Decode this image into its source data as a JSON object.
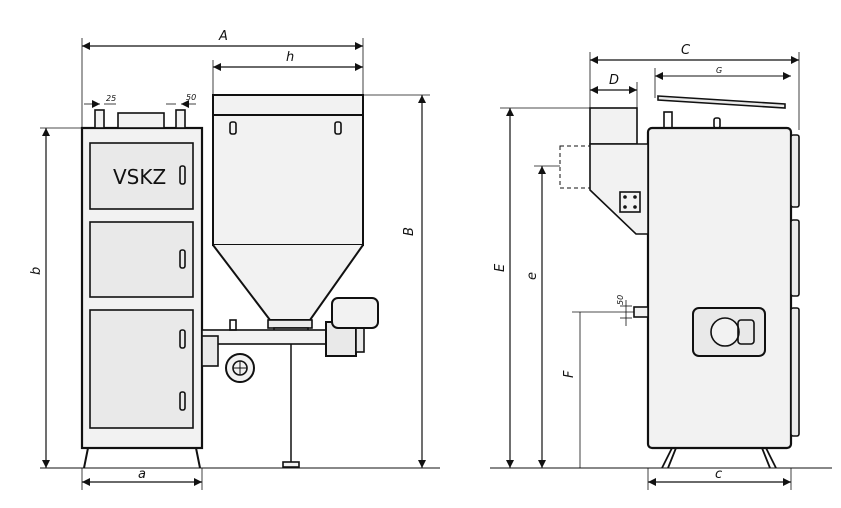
{
  "front_view": {
    "brand_label": "VSKZ",
    "dims": {
      "A": "A",
      "h": "h",
      "B": "B",
      "b": "b",
      "a": "a",
      "d25": "25",
      "d50": "50"
    }
  },
  "side_view": {
    "dims": {
      "C": "C",
      "D": "D",
      "G": "G",
      "E": "E",
      "e": "e",
      "F": "F",
      "c": "c",
      "d50": "50"
    }
  },
  "colors": {
    "line": "#111111",
    "fill": "#f2f2f2",
    "panel": "#e9e9e9"
  }
}
